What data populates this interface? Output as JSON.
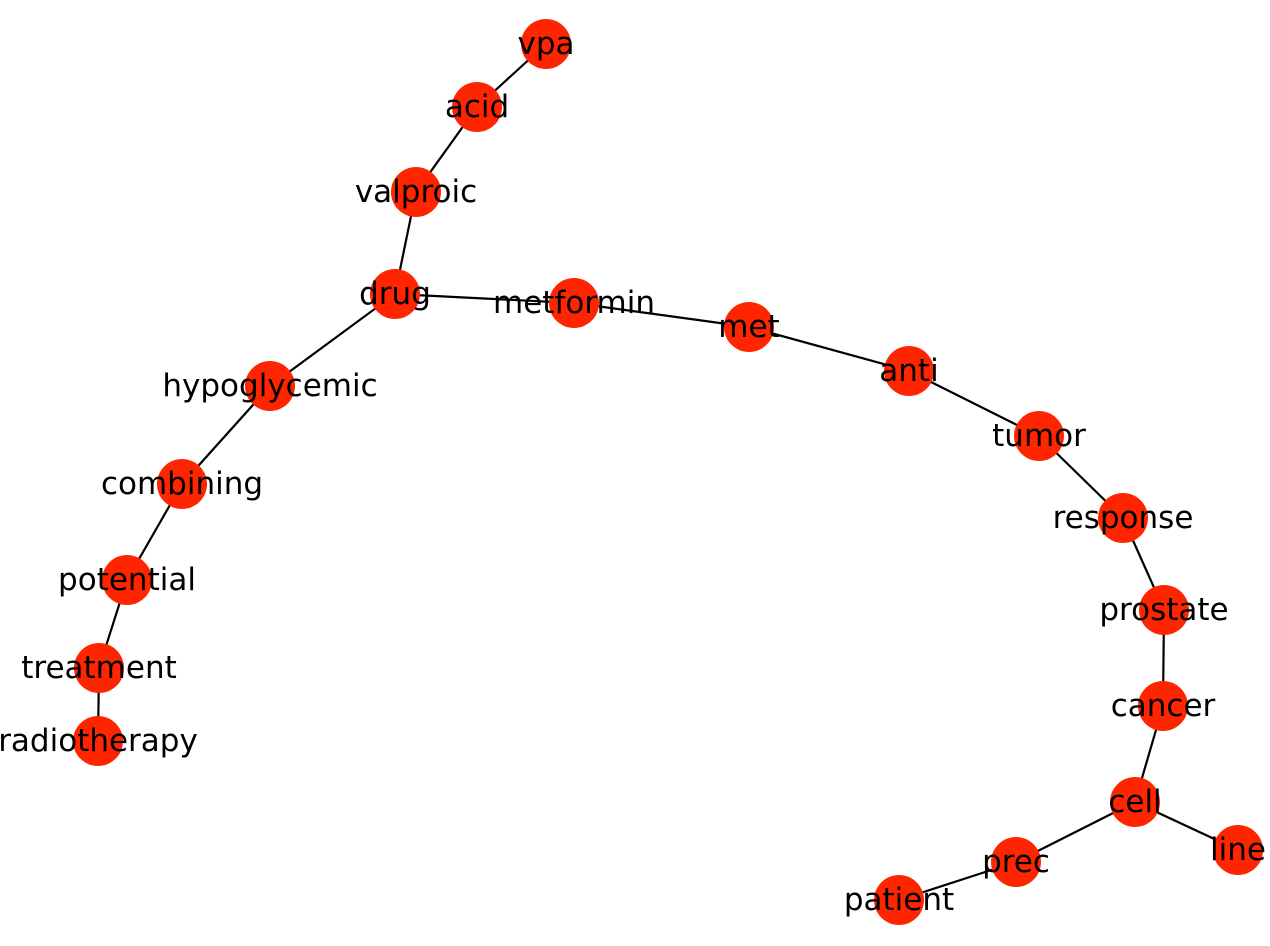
{
  "node_color": "#ff2500",
  "edge_color": "#000000",
  "label_color": "#000000",
  "nodes": [
    {
      "id": "vpa",
      "label": "vpa"
    },
    {
      "id": "acid",
      "label": "acid"
    },
    {
      "id": "valproic",
      "label": "valproic"
    },
    {
      "id": "drug",
      "label": "drug"
    },
    {
      "id": "metformin",
      "label": "metformin"
    },
    {
      "id": "met",
      "label": "met"
    },
    {
      "id": "anti",
      "label": "anti"
    },
    {
      "id": "tumor",
      "label": "tumor"
    },
    {
      "id": "response",
      "label": "response"
    },
    {
      "id": "prostate",
      "label": "prostate"
    },
    {
      "id": "cancer",
      "label": "cancer"
    },
    {
      "id": "cell",
      "label": "cell"
    },
    {
      "id": "line",
      "label": "line"
    },
    {
      "id": "prec",
      "label": "prec"
    },
    {
      "id": "patient",
      "label": "patient"
    },
    {
      "id": "hypoglycemic",
      "label": "hypoglycemic"
    },
    {
      "id": "combining",
      "label": "combining"
    },
    {
      "id": "potential",
      "label": "potential"
    },
    {
      "id": "treatment",
      "label": "treatment"
    },
    {
      "id": "radiotherapy",
      "label": "radiotherapy"
    }
  ],
  "edges": [
    [
      "vpa",
      "acid"
    ],
    [
      "acid",
      "valproic"
    ],
    [
      "valproic",
      "drug"
    ],
    [
      "drug",
      "metformin"
    ],
    [
      "metformin",
      "met"
    ],
    [
      "met",
      "anti"
    ],
    [
      "anti",
      "tumor"
    ],
    [
      "tumor",
      "response"
    ],
    [
      "response",
      "prostate"
    ],
    [
      "prostate",
      "cancer"
    ],
    [
      "cancer",
      "cell"
    ],
    [
      "cell",
      "line"
    ],
    [
      "cell",
      "prec"
    ],
    [
      "prec",
      "patient"
    ],
    [
      "drug",
      "hypoglycemic"
    ],
    [
      "hypoglycemic",
      "combining"
    ],
    [
      "combining",
      "potential"
    ],
    [
      "potential",
      "treatment"
    ],
    [
      "treatment",
      "radiotherapy"
    ]
  ]
}
